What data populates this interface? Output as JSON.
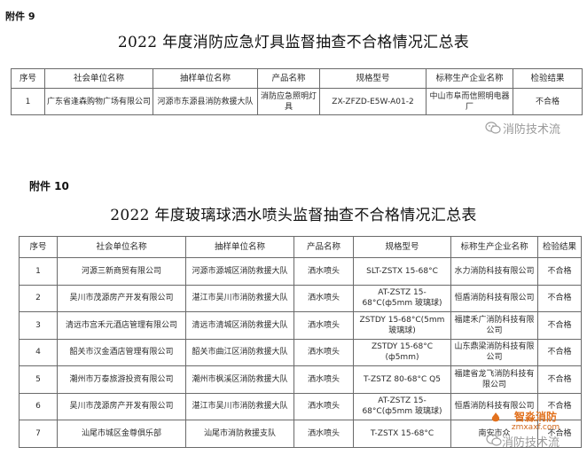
{
  "annex9": {
    "label": "附件 9",
    "title": "2022 年度消防应急灯具监督抽查不合格情况汇总表",
    "headers": [
      "序号",
      "社会单位名称",
      "抽样单位名称",
      "产品名称",
      "规格型号",
      "标称生产企业名称",
      "检验结果"
    ],
    "rows": [
      [
        "1",
        "广东省逢森购物广场有限公司",
        "河源市东源县消防救援大队",
        "消防应急照明灯具",
        "ZX-ZFZD-E5W-A01-2",
        "中山市阜而信照明电器厂",
        "不合格"
      ]
    ]
  },
  "annex10": {
    "label": "附件 10",
    "title": "2022 年度玻璃球洒水喷头监督抽查不合格情况汇总表",
    "headers": [
      "序号",
      "社会单位名称",
      "抽样单位名称",
      "产品名称",
      "规格型号",
      "标称生产企业名称",
      "检验结果"
    ],
    "rows": [
      [
        "1",
        "河源三新商贸有限公司",
        "河源市源城区消防救援大队",
        "洒水喷头",
        "SLT-ZSTX 15-68°C",
        "水力消防科技有限公司",
        "不合格"
      ],
      [
        "2",
        "吴川市茂源房产开发有限公司",
        "湛江市吴川市消防救援大队",
        "洒水喷头",
        "AT-ZSTZ 15-68°C(ф5mm 玻璃球)",
        "恒盾消防科技有限公司",
        "不合格"
      ],
      [
        "3",
        "清远市宫禾元酒店管理有限公司",
        "清远市清城区消防救援大队",
        "洒水喷头",
        "ZSTDY 15-68°C(5mm 玻璃球)",
        "福建禾广消防科技有限公司",
        "不合格"
      ],
      [
        "4",
        "韶关市汉金酒店管理有限公司",
        "韶关市曲江区消防救援大队",
        "洒水喷头",
        "ZSTDY 15-68°C (ф5mm)",
        "山东鼎梁消防科技有限公司",
        "不合格"
      ],
      [
        "5",
        "潮州市万泰旅游投资有限公司",
        "潮州市枫溪区消防救援大队",
        "洒水喷头",
        "T-ZSTZ 80-68°C Q5",
        "福建省龙飞消防科技有限公司",
        "不合格"
      ],
      [
        "6",
        "吴川市茂源房产开发有限公司",
        "湛江市吴川市消防救援大队",
        "洒水喷头",
        "AT-ZSTZ 15-68°C(ф5mm 玻璃球)",
        "恒盾消防科技有限公司",
        "不合格"
      ],
      [
        "7",
        "汕尾市城区金尊俱乐部",
        "汕尾市消防救援支队",
        "洒水喷头",
        "T-ZSTX 15-68°C",
        "南安市众",
        "不合格"
      ]
    ]
  },
  "watermarks": {
    "account": "消防技术流",
    "site_name": "智淼消防",
    "site_url": "zmxaxf.com",
    "brand_color": "#e2711d"
  }
}
